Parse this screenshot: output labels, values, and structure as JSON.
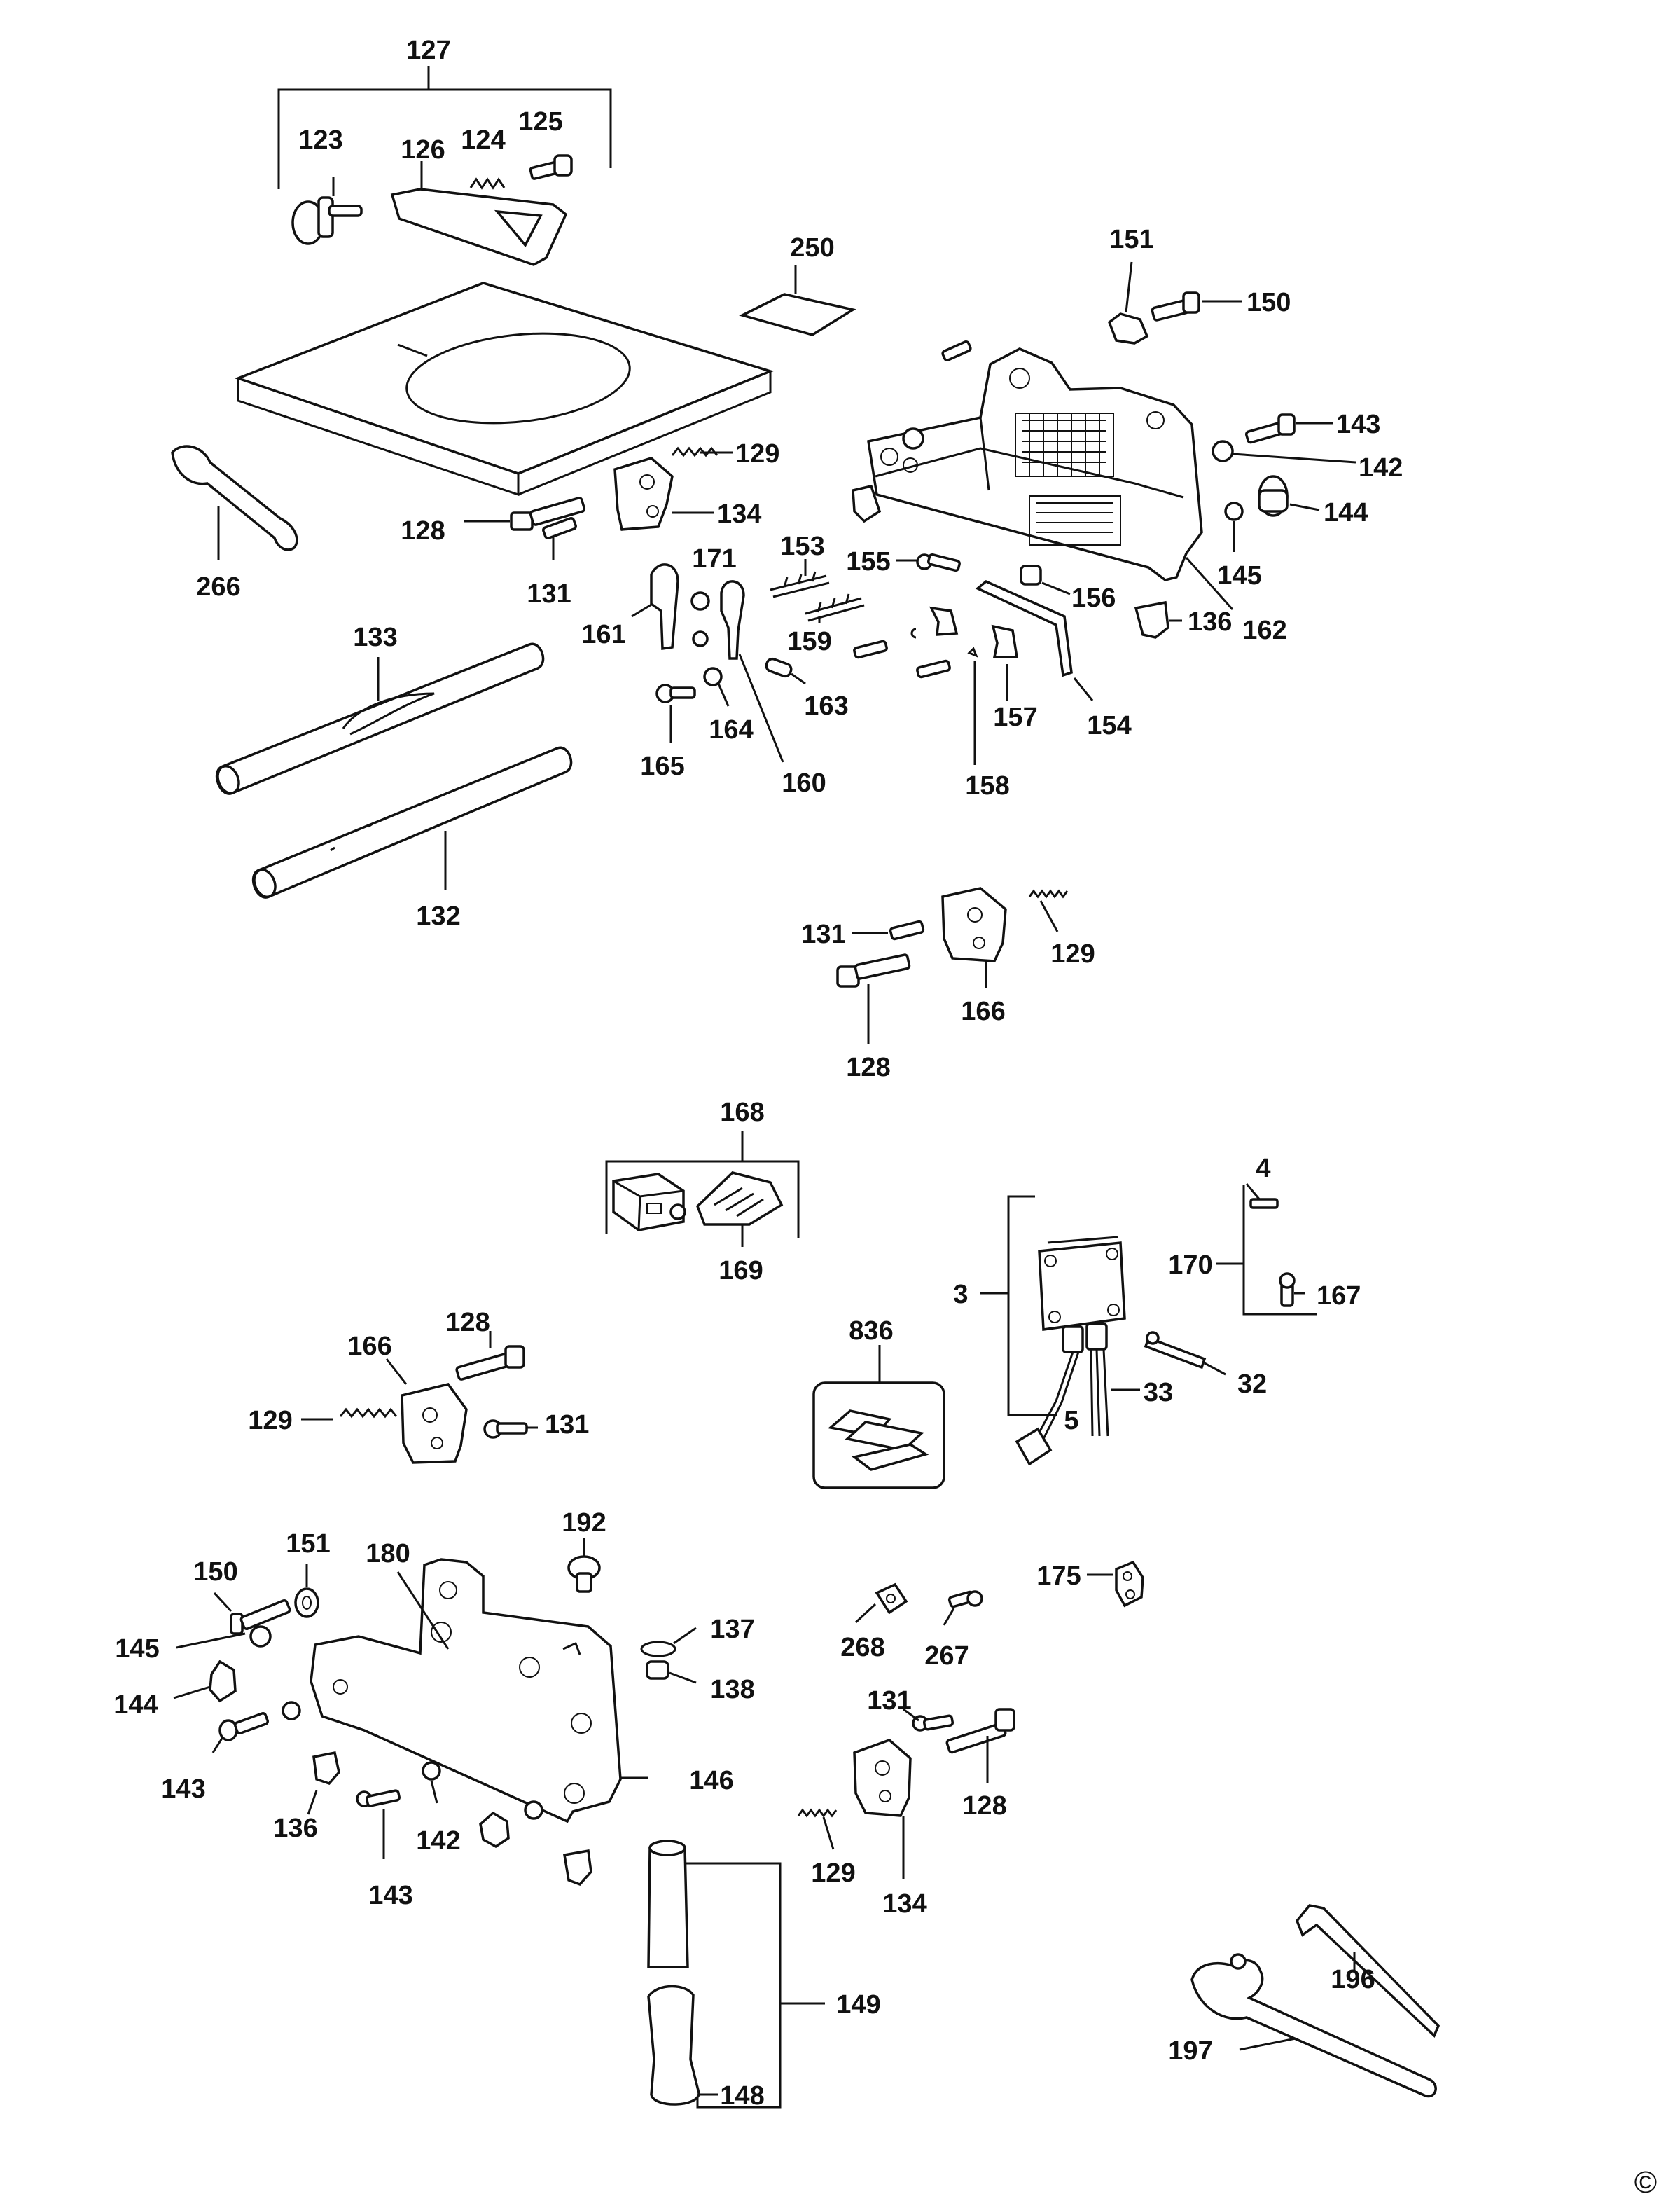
{
  "labels": {
    "l127": "127",
    "l123": "123",
    "l126": "126",
    "l124": "124",
    "l125": "125",
    "l250": "250",
    "l151a": "151",
    "l150a": "150",
    "l143a": "143",
    "l142a": "142",
    "l144a": "144",
    "l145a": "145",
    "l162": "162",
    "l136a": "136",
    "l129a": "129",
    "l134a": "134",
    "l128a": "128",
    "l131a": "131",
    "l266": "266",
    "l133": "133",
    "l132": "132",
    "l171": "171",
    "l161": "161",
    "l153": "153",
    "l155": "155",
    "l156": "156",
    "l159": "159",
    "l163": "163",
    "l164": "164",
    "l165": "165",
    "l160": "160",
    "l157": "157",
    "l154": "154",
    "l158": "158",
    "l131b": "131",
    "l129b": "129",
    "l166a": "166",
    "l128b": "128",
    "l168": "168",
    "l169": "169",
    "l4": "4",
    "l170": "170",
    "l167": "167",
    "l3": "3",
    "l32": "32",
    "l33": "33",
    "l5": "5",
    "l836": "836",
    "l128c": "128",
    "l166b": "166",
    "l129c": "129",
    "l131c": "131",
    "l192": "192",
    "l180": "180",
    "l151b": "151",
    "l150b": "150",
    "l145b": "145",
    "l144b": "144",
    "l143b": "143",
    "l136b": "136",
    "l142b": "142",
    "l143c": "143",
    "l137": "137",
    "l138": "138",
    "l146": "146",
    "l175": "175",
    "l268": "268",
    "l267": "267",
    "l131d": "131",
    "l128d": "128",
    "l129d": "129",
    "l134b": "134",
    "l149": "149",
    "l148": "148",
    "l196": "196",
    "l197": "197"
  },
  "copyright_symbol": "©"
}
